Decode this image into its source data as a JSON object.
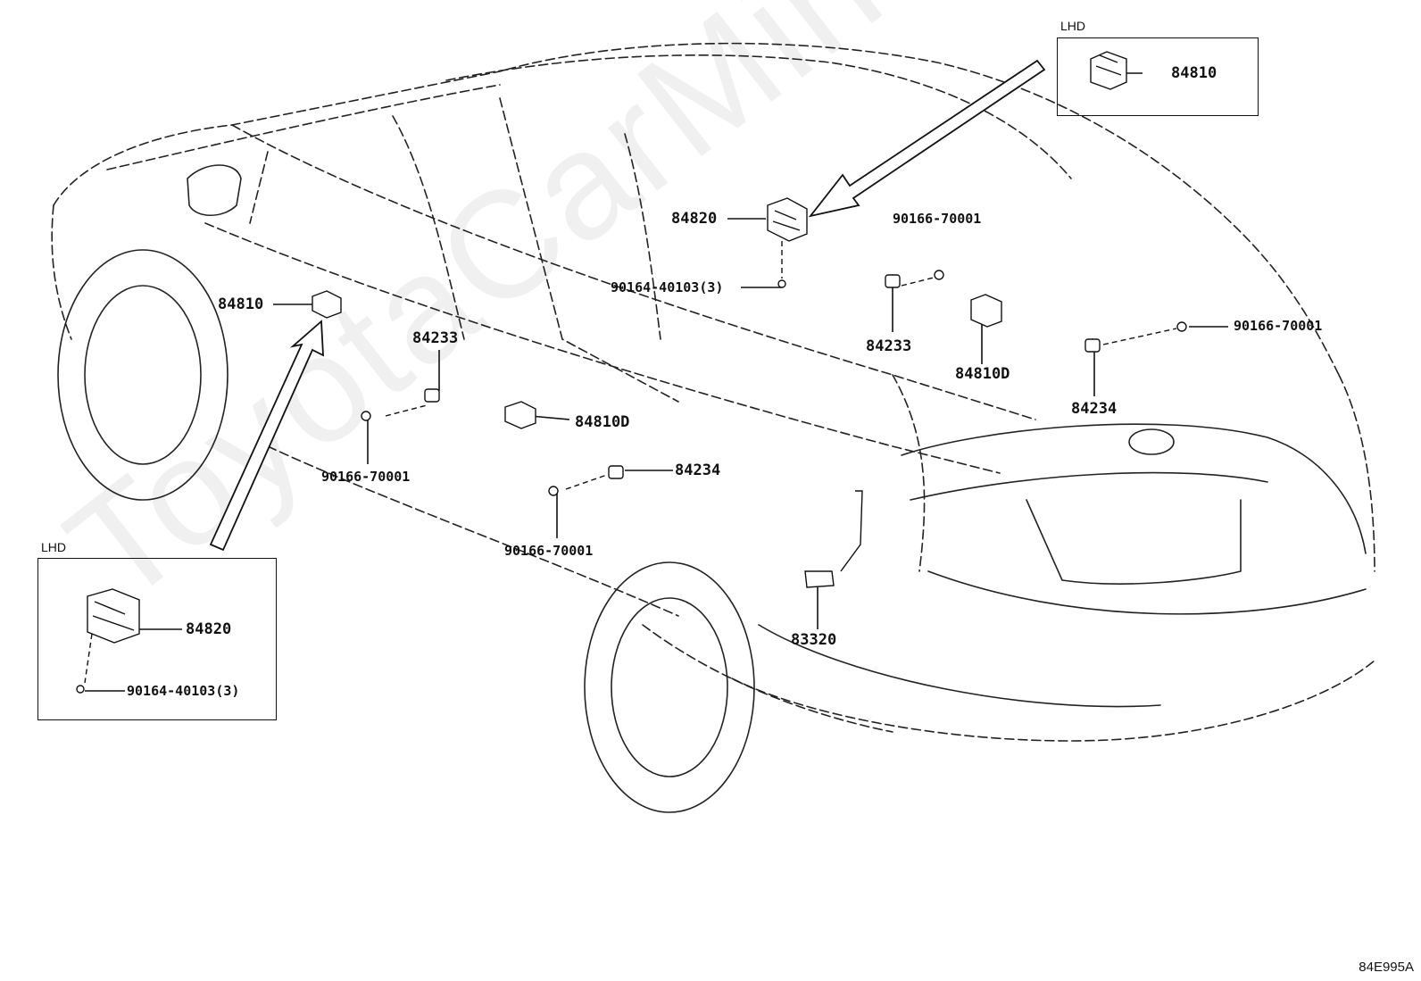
{
  "watermark": "ToyotaCarMine.ru",
  "diagram_id": "84E995A",
  "insets": {
    "top_right": {
      "tag": "LHD",
      "part": "84810"
    },
    "bottom_left": {
      "tag": "LHD",
      "part_switch": "84820",
      "part_screw": "90164-40103(3)"
    }
  },
  "callouts": {
    "p84820_center": "84820",
    "p90164_center": "90164-40103(3)",
    "p90166_right_top": "90166-70001",
    "p84233_right": "84233",
    "p84810D_right": "84810D",
    "p90166_right_far": "90166-70001",
    "p84234_right": "84234",
    "p84810_front": "84810",
    "p84233_front": "84233",
    "p84810D_rear": "84810D",
    "p90166_front": "90166-70001",
    "p84234_rear": "84234",
    "p90166_rear": "90166-70001",
    "p83320": "83320"
  }
}
